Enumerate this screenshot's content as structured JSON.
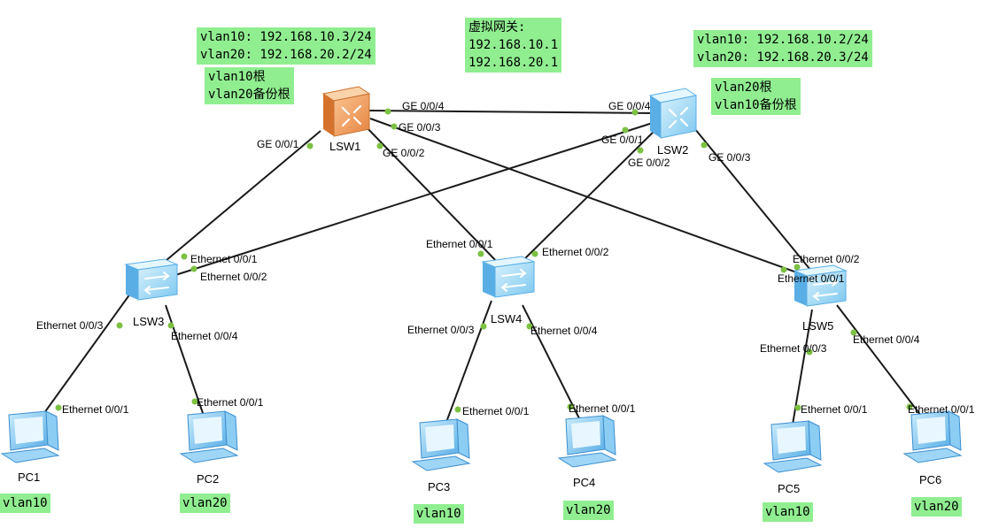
{
  "notes": {
    "lsw1_ip": "vlan10: 192.168.10.3/24\nvlan20: 192.168.20.2/24",
    "lsw1_role": "vlan10根\nvlan20备份根",
    "gateway": "虚拟网关:\n192.168.10.1\n192.168.20.1",
    "lsw2_ip": "vlan10: 192.168.10.2/24\nvlan20: 192.168.20.3/24",
    "lsw2_role": "vlan20根\nvlan10备份根"
  },
  "devices": {
    "lsw1": "LSW1",
    "lsw2": "LSW2",
    "lsw3": "LSW3",
    "lsw4": "LSW4",
    "lsw5": "LSW5",
    "pc1": "PC1",
    "pc2": "PC2",
    "pc3": "PC3",
    "pc4": "PC4",
    "pc5": "PC5",
    "pc6": "PC6"
  },
  "pc_vlans": {
    "pc1": "vlan10",
    "pc2": "vlan20",
    "pc3": "vlan10",
    "pc4": "vlan20",
    "pc5": "vlan10",
    "pc6": "vlan20"
  },
  "ports": {
    "lsw1_ge004": "GE 0/0/4",
    "lsw2_ge004": "GE 0/0/4",
    "lsw1_ge003": "GE 0/0/3",
    "lsw1_ge001": "GE 0/0/1",
    "lsw1_ge002": "GE 0/0/2",
    "lsw2_ge001": "GE 0/0/1",
    "lsw2_ge002": "GE 0/0/2",
    "lsw2_ge003": "GE 0/0/3",
    "lsw3_e001": "Ethernet 0/0/1",
    "lsw3_e002": "Ethernet 0/0/2",
    "lsw3_e003": "Ethernet 0/0/3",
    "lsw3_e004": "Ethernet 0/0/4",
    "lsw4_e001": "Ethernet 0/0/1",
    "lsw4_e002": "Ethernet 0/0/2",
    "lsw4_e003": "Ethernet 0/0/3",
    "lsw4_e004": "Ethernet 0/0/4",
    "lsw5_e002": "Ethernet 0/0/2",
    "lsw5_e001": "Ethernet 0/0/1",
    "lsw5_e003": "Ethernet 0/0/3",
    "lsw5_e004": "Ethernet 0/0/4",
    "pc1_e001": "Ethernet 0/0/1",
    "pc2_e001": "Ethernet 0/0/1",
    "pc3_e001": "Ethernet 0/0/1",
    "pc4_e001": "Ethernet 0/0/1",
    "pc5_e001": "Ethernet 0/0/1",
    "pc6_e001": "Ethernet 0/0/1"
  },
  "colors": {
    "note_bg": "#90ee90",
    "link": "#1a1a1a",
    "port_dot": "#7cc142",
    "core_switch": "#f0a060",
    "access_switch": "#a8dcf5",
    "pc_screen": "#7fc4f0"
  }
}
